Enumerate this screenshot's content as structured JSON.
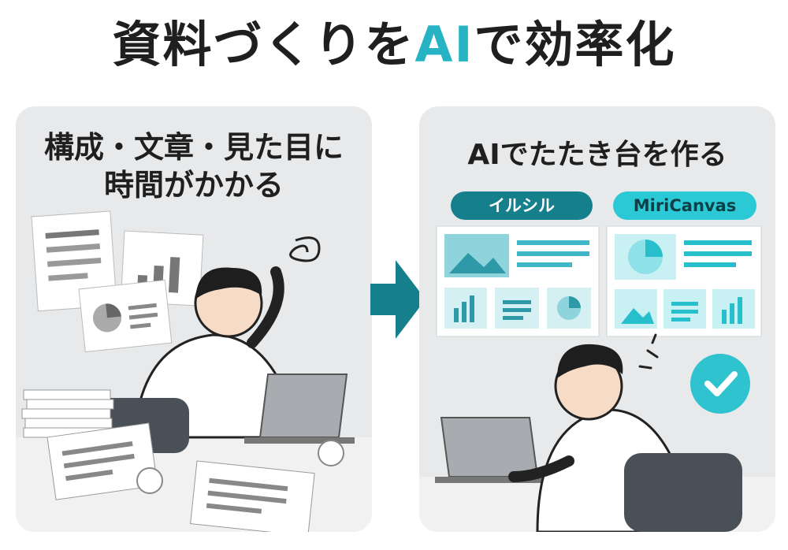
{
  "title": {
    "part1": "資料づくりを",
    "accent": "AI",
    "part2": "で効率化"
  },
  "left_panel": {
    "caption_line1": "構成・文章・見た目に",
    "caption_line2": "時間がかかる"
  },
  "right_panel": {
    "caption": "AIでたたき台を作る",
    "tool_a": "イルシル",
    "tool_b": "MiriCanvas"
  },
  "colors": {
    "accent": "#26b3c4",
    "dark_teal": "#157f8c",
    "panel_bg": "#e8e9ea"
  }
}
